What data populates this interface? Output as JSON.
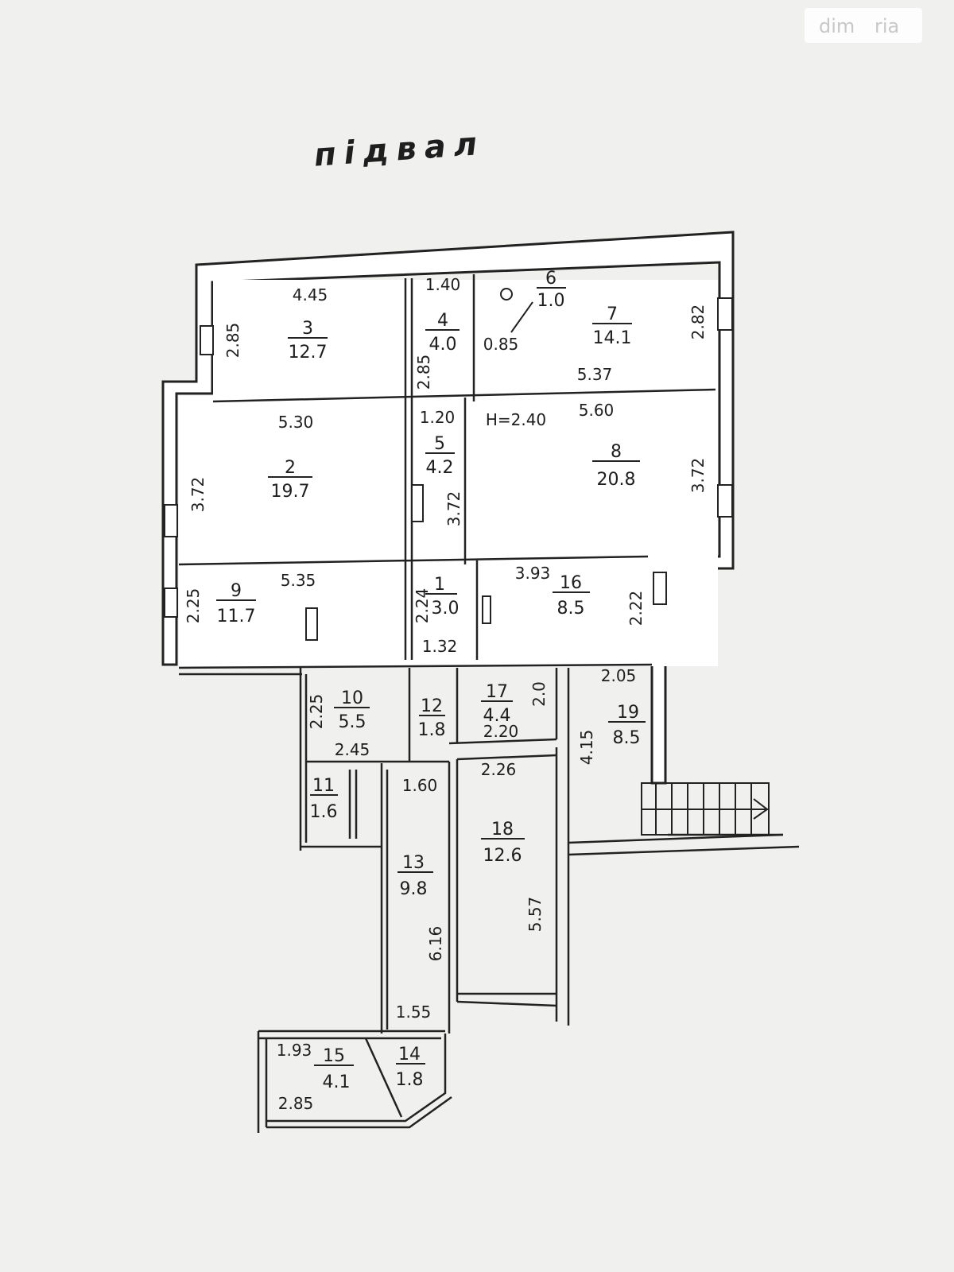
{
  "title": "підвал",
  "watermark": {
    "left": "dim",
    "right": "ria"
  },
  "rooms": [
    {
      "id": "r1",
      "num": "1",
      "area": "3.0"
    },
    {
      "id": "r2",
      "num": "2",
      "area": "19.7"
    },
    {
      "id": "r3",
      "num": "3",
      "area": "12.7"
    },
    {
      "id": "r4",
      "num": "4",
      "area": "4.0"
    },
    {
      "id": "r5",
      "num": "5",
      "area": "4.2"
    },
    {
      "id": "r6",
      "num": "6",
      "area": "1.0"
    },
    {
      "id": "r7",
      "num": "7",
      "area": "14.1"
    },
    {
      "id": "r8",
      "num": "8",
      "area": "20.8"
    },
    {
      "id": "r9",
      "num": "9",
      "area": "11.7"
    },
    {
      "id": "r10",
      "num": "10",
      "area": "5.5"
    },
    {
      "id": "r11",
      "num": "11",
      "area": "1.6"
    },
    {
      "id": "r12",
      "num": "12",
      "area": "1.8"
    },
    {
      "id": "r13",
      "num": "13",
      "area": "9.8"
    },
    {
      "id": "r14",
      "num": "14",
      "area": "1.8"
    },
    {
      "id": "r15",
      "num": "15",
      "area": "4.1"
    },
    {
      "id": "r16",
      "num": "16",
      "area": "8.5"
    },
    {
      "id": "r17",
      "num": "17",
      "area": "4.4"
    },
    {
      "id": "r18",
      "num": "18",
      "area": "12.6"
    },
    {
      "id": "r19",
      "num": "19",
      "area": "8.5"
    }
  ],
  "dimensions": [
    "4.45",
    "2.85",
    "1.40",
    "2.85",
    "0.85",
    "5.37",
    "2.82",
    "5.30",
    "3.72",
    "1.20",
    "3.72",
    "H=2.40",
    "5.60",
    "3.72",
    "5.35",
    "2.25",
    "2.24",
    "1.32",
    "3.93",
    "2.22",
    "2.25",
    "2.45",
    "2.20",
    "2.0",
    "2.05",
    "4.15",
    "1.60",
    "2.26",
    "6.16",
    "5.57",
    "1.55",
    "1.93",
    "2.85"
  ]
}
